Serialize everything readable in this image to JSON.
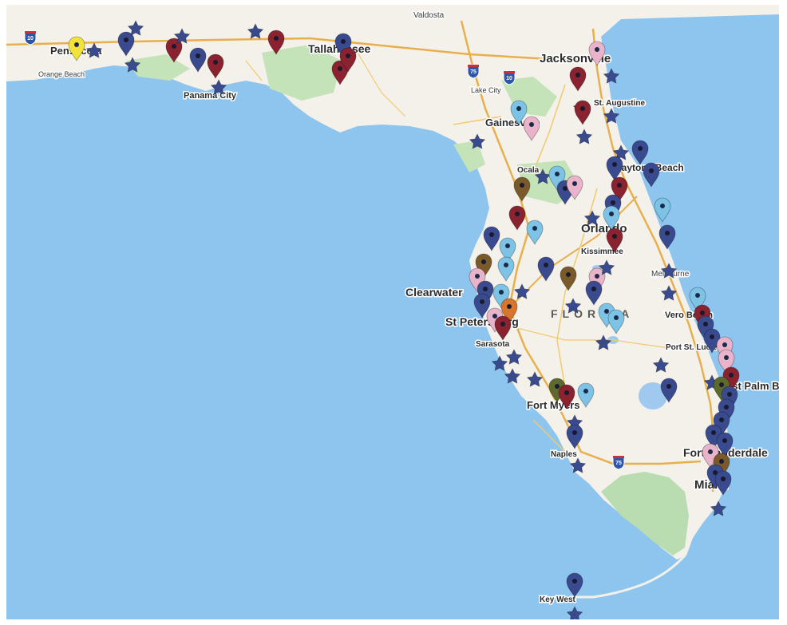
{
  "map": {
    "colors": {
      "water": "#8ec5ef",
      "land": "#f3f1ea",
      "park": "#b9dcb0",
      "wetland": "#9fd4a6",
      "road": "#f3c970",
      "highway": "#e8b04c",
      "lake": "#9fc9ee"
    },
    "region_label": "FLORIDA",
    "labels": [
      {
        "id": "valdosta",
        "text": "Valdosta"
      },
      {
        "id": "pensacola",
        "text": "Pensacola"
      },
      {
        "id": "orange-beach",
        "text": "Orange Beach"
      },
      {
        "id": "panama-city",
        "text": "Panama City"
      },
      {
        "id": "tallahassee",
        "text": "Tallahassee"
      },
      {
        "id": "jacksonville",
        "text": "Jacksonville"
      },
      {
        "id": "lake-city",
        "text": "Lake City"
      },
      {
        "id": "st-augustine",
        "text": "St. Augustine"
      },
      {
        "id": "gainesville",
        "text": "Gainesville"
      },
      {
        "id": "ocala",
        "text": "Ocala"
      },
      {
        "id": "daytona-beach",
        "text": "Daytona Beach"
      },
      {
        "id": "orlando",
        "text": "Orlando"
      },
      {
        "id": "kissimmee",
        "text": "Kissimmee"
      },
      {
        "id": "melbourne",
        "text": "Melbourne"
      },
      {
        "id": "clearwater",
        "text": "Clearwater"
      },
      {
        "id": "st-petersburg",
        "text": "St Petersburg"
      },
      {
        "id": "sarasota",
        "text": "Sarasota"
      },
      {
        "id": "vero-beach",
        "text": "Vero Beach"
      },
      {
        "id": "port-st-lucie",
        "text": "Port St. Lucie"
      },
      {
        "id": "west-palm-beach",
        "text": "West Palm Beach"
      },
      {
        "id": "fort-myers",
        "text": "Fort Myers"
      },
      {
        "id": "naples",
        "text": "Naples"
      },
      {
        "id": "fort-lauderdale",
        "text": "Fort Lauderdale"
      },
      {
        "id": "miami",
        "text": "Miami"
      },
      {
        "id": "key-west",
        "text": "Key West"
      }
    ],
    "highway_shields": [
      {
        "id": "i10-west",
        "text": "10"
      },
      {
        "id": "i75-north",
        "text": "75"
      },
      {
        "id": "i10-east",
        "text": "10"
      },
      {
        "id": "i75-south",
        "text": "75"
      }
    ],
    "marker_categories": [
      {
        "id": "navy",
        "color": "#3a4a8f"
      },
      {
        "id": "maroon",
        "color": "#8a2230"
      },
      {
        "id": "lightblue",
        "color": "#7cc3e6"
      },
      {
        "id": "pink",
        "color": "#e9b3c9"
      },
      {
        "id": "brown",
        "color": "#7a5a2a"
      },
      {
        "id": "olive",
        "color": "#5d6a2e"
      },
      {
        "id": "yellow",
        "color": "#f2e23a"
      },
      {
        "id": "orange",
        "color": "#d8742c"
      },
      {
        "id": "teal",
        "color": "#2f6e7e"
      }
    ]
  }
}
